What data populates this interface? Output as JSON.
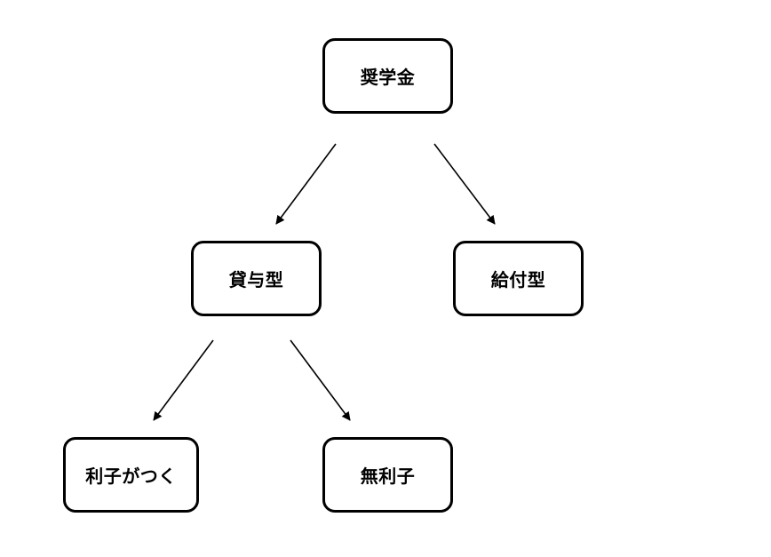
{
  "diagram": {
    "nodes": {
      "root": "奨学金",
      "loan": "貸与型",
      "grant": "給付型",
      "interest": "利子がつく",
      "no_interest": "無利子"
    },
    "edges": [
      {
        "from": "root",
        "to": "loan"
      },
      {
        "from": "root",
        "to": "grant"
      },
      {
        "from": "loan",
        "to": "interest"
      },
      {
        "from": "loan",
        "to": "no_interest"
      }
    ],
    "colors": {
      "stroke": "#000000",
      "background": "#ffffff"
    }
  }
}
